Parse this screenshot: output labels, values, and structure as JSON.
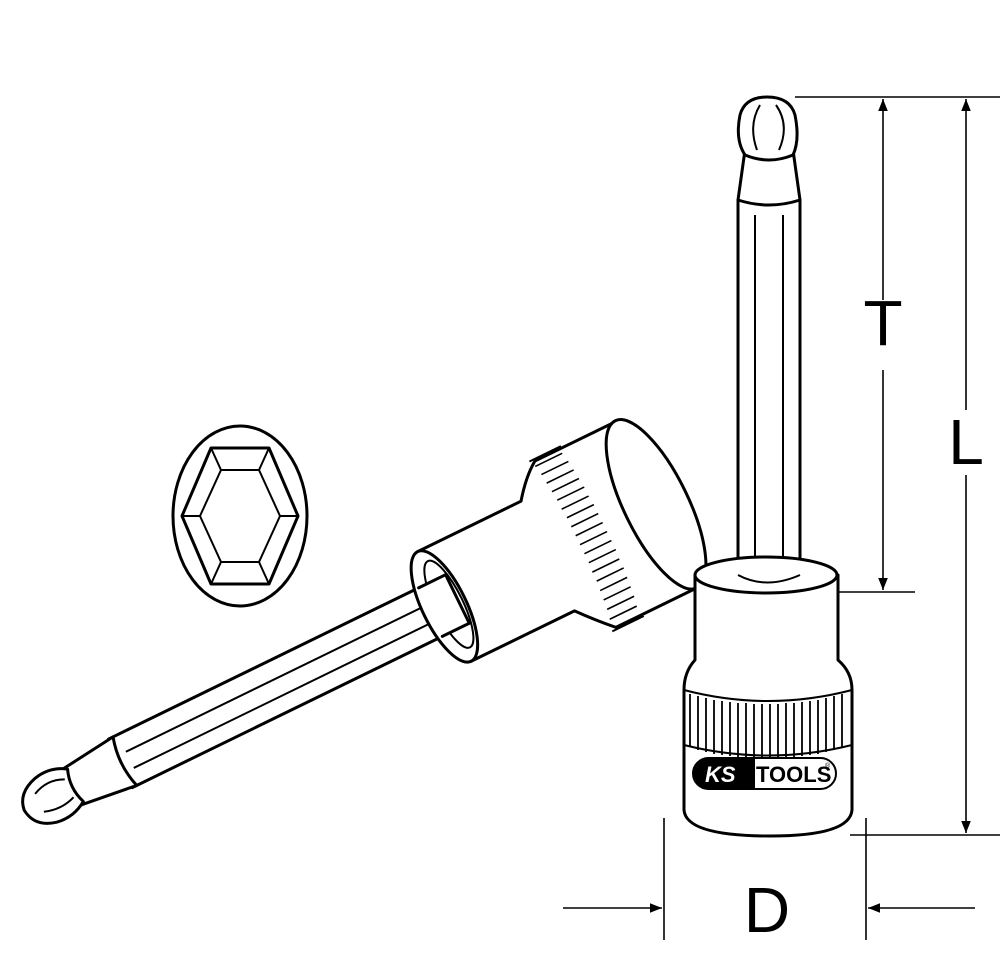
{
  "dimensions": {
    "T": "T",
    "L": "L",
    "D": "D"
  },
  "logo": {
    "brand_left": "KS",
    "brand_right": "TOOLS",
    "mark": "®"
  },
  "colors": {
    "line": "#000000",
    "background": "#ffffff"
  }
}
